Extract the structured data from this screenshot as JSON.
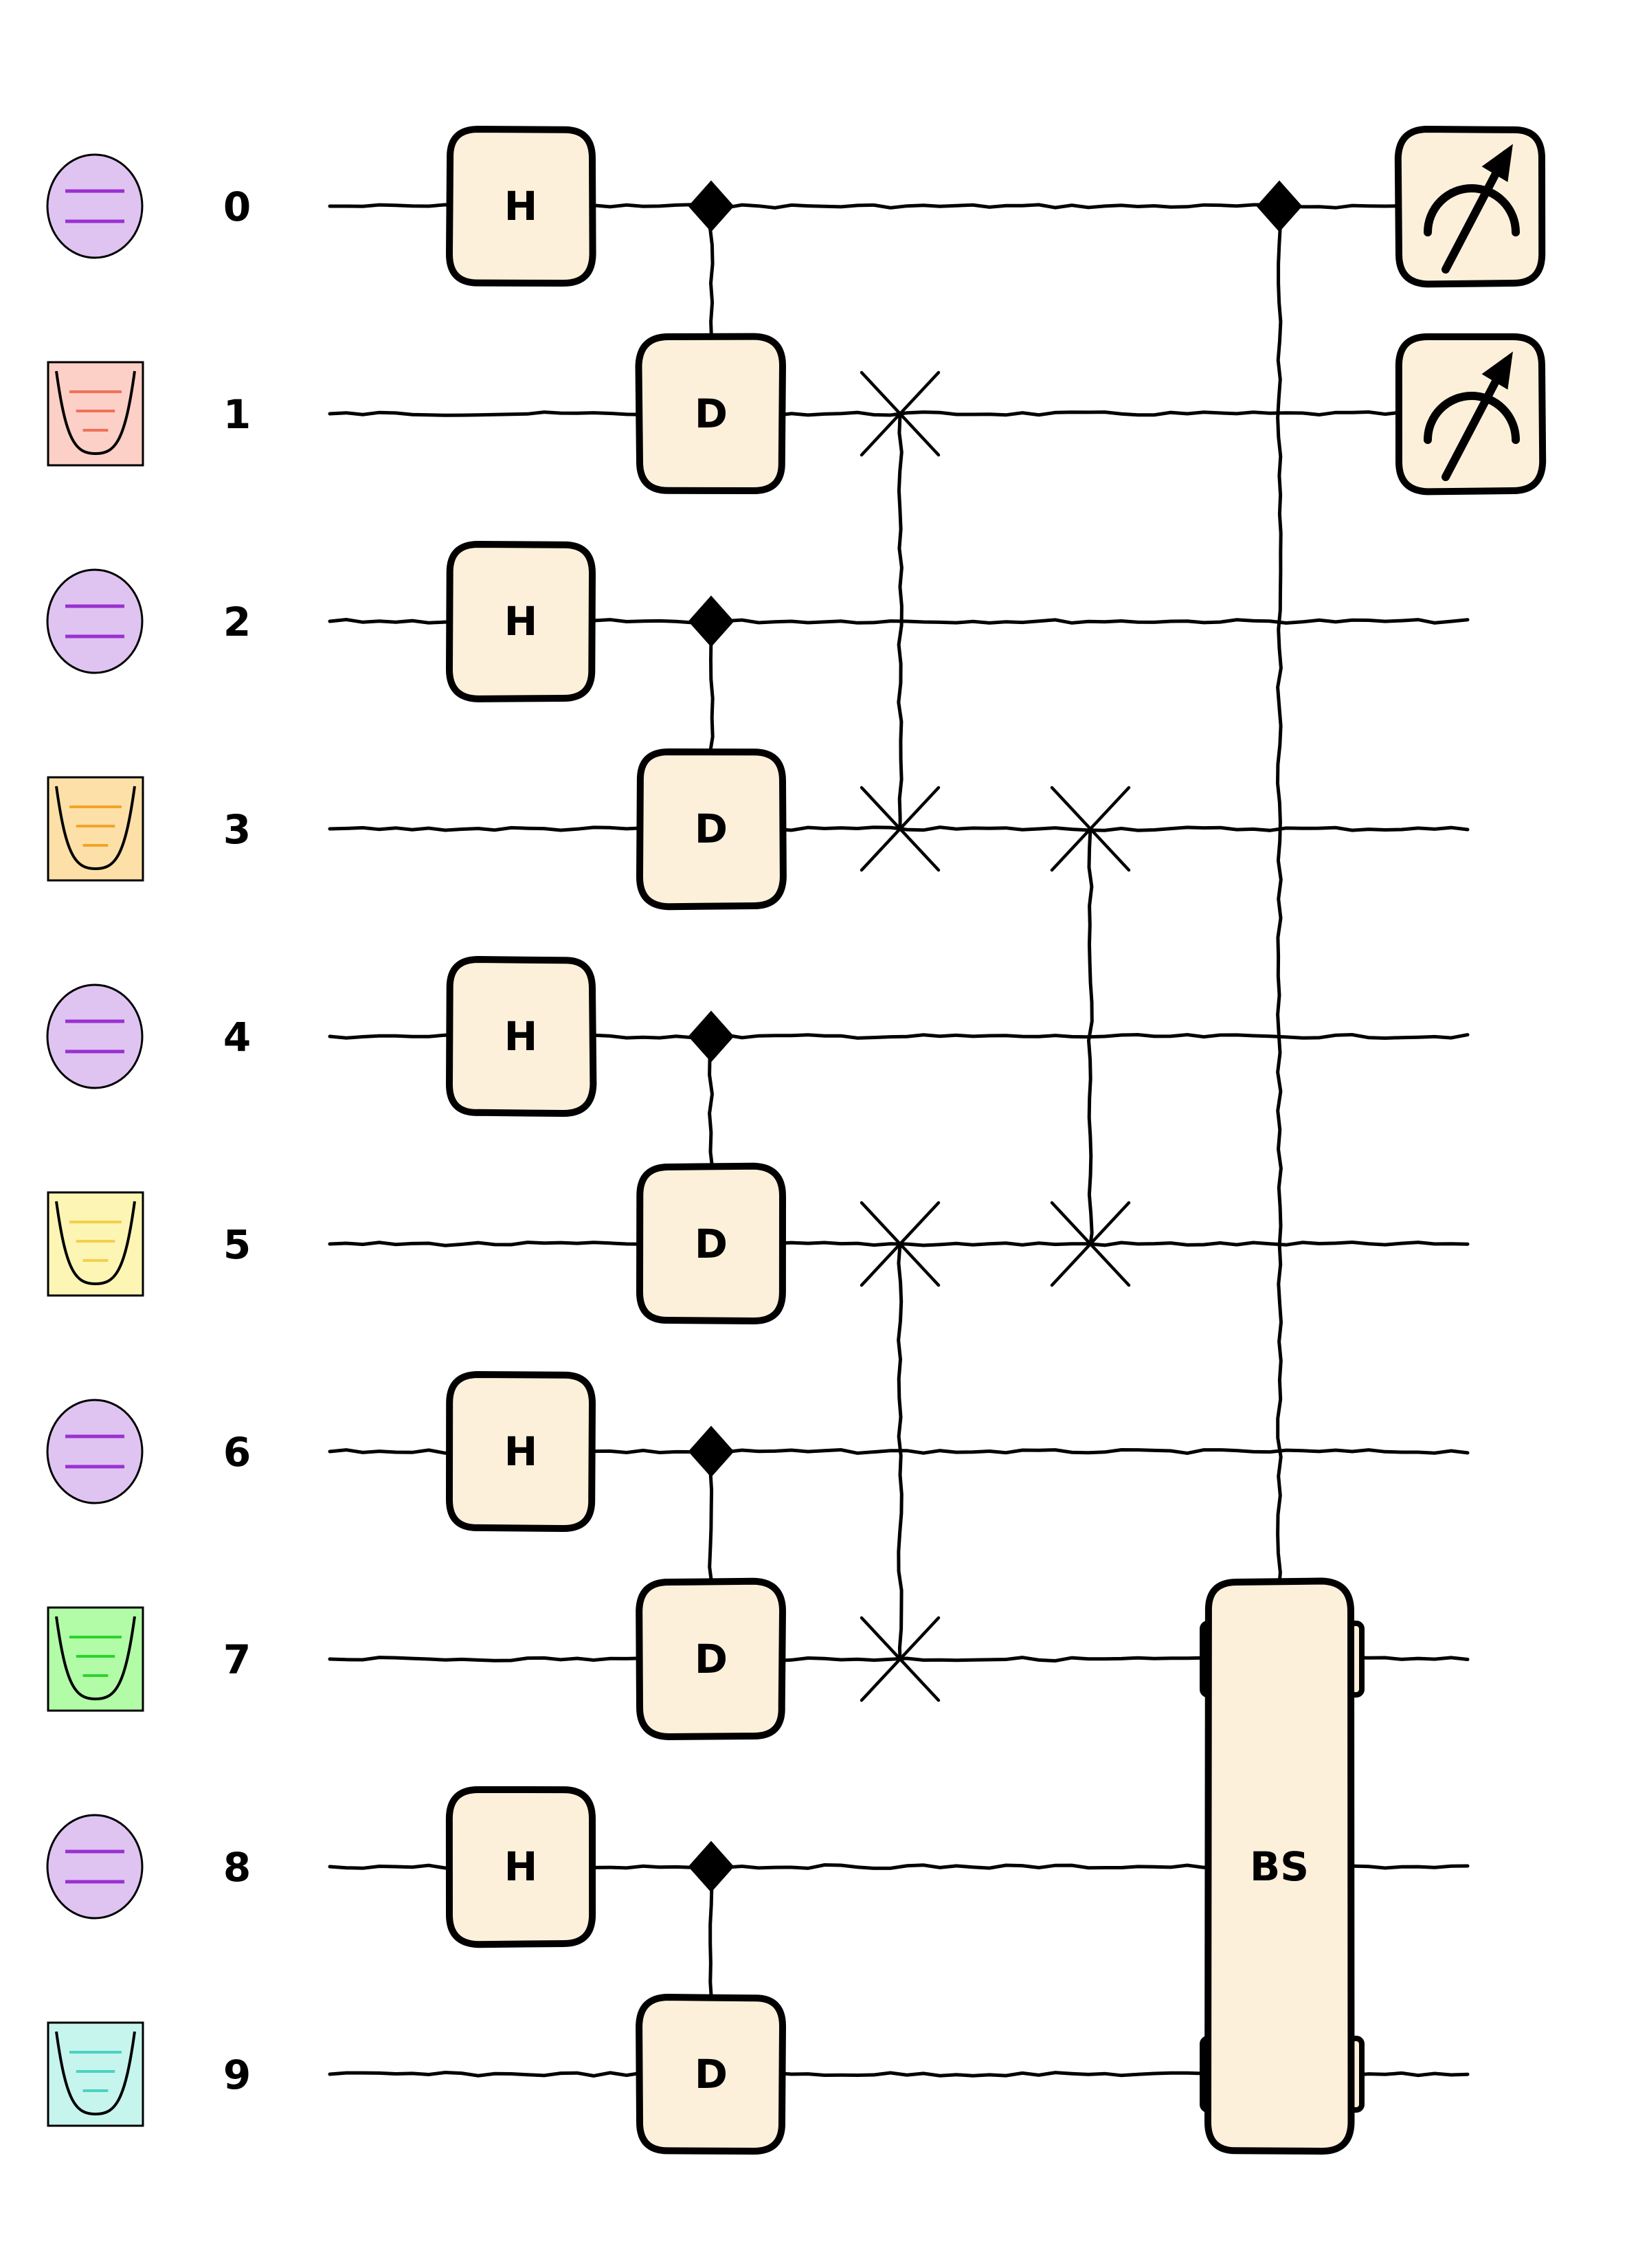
{
  "wires": [
    {
      "label": "0",
      "icon": "qubit-icon"
    },
    {
      "label": "1",
      "icon": "qumode-icon",
      "fill": "#fcd0c6",
      "level": "#f0705a"
    },
    {
      "label": "2",
      "icon": "qubit-icon"
    },
    {
      "label": "3",
      "icon": "qumode-icon",
      "fill": "#fde0a8",
      "level": "#f2a428"
    },
    {
      "label": "4",
      "icon": "qubit-icon"
    },
    {
      "label": "5",
      "icon": "qumode-icon",
      "fill": "#fdf5b4",
      "level": "#f2d048"
    },
    {
      "label": "6",
      "icon": "qubit-icon"
    },
    {
      "label": "7",
      "icon": "qumode-icon",
      "fill": "#b2fca8",
      "level": "#2ad42a"
    },
    {
      "label": "8",
      "icon": "qubit-icon"
    },
    {
      "label": "9",
      "icon": "qumode-icon",
      "fill": "#c6f5ee",
      "level": "#4cd2c0"
    }
  ],
  "gates": {
    "hadamard_label": "H",
    "displacement_label": "D",
    "beamsplitter_label": "BS",
    "fill": "#fdf0da"
  },
  "colors": {
    "qubit_fill": "#dfc4f2",
    "qubit_level": "#9a30d0"
  },
  "measurement_icon": "meter-icon"
}
